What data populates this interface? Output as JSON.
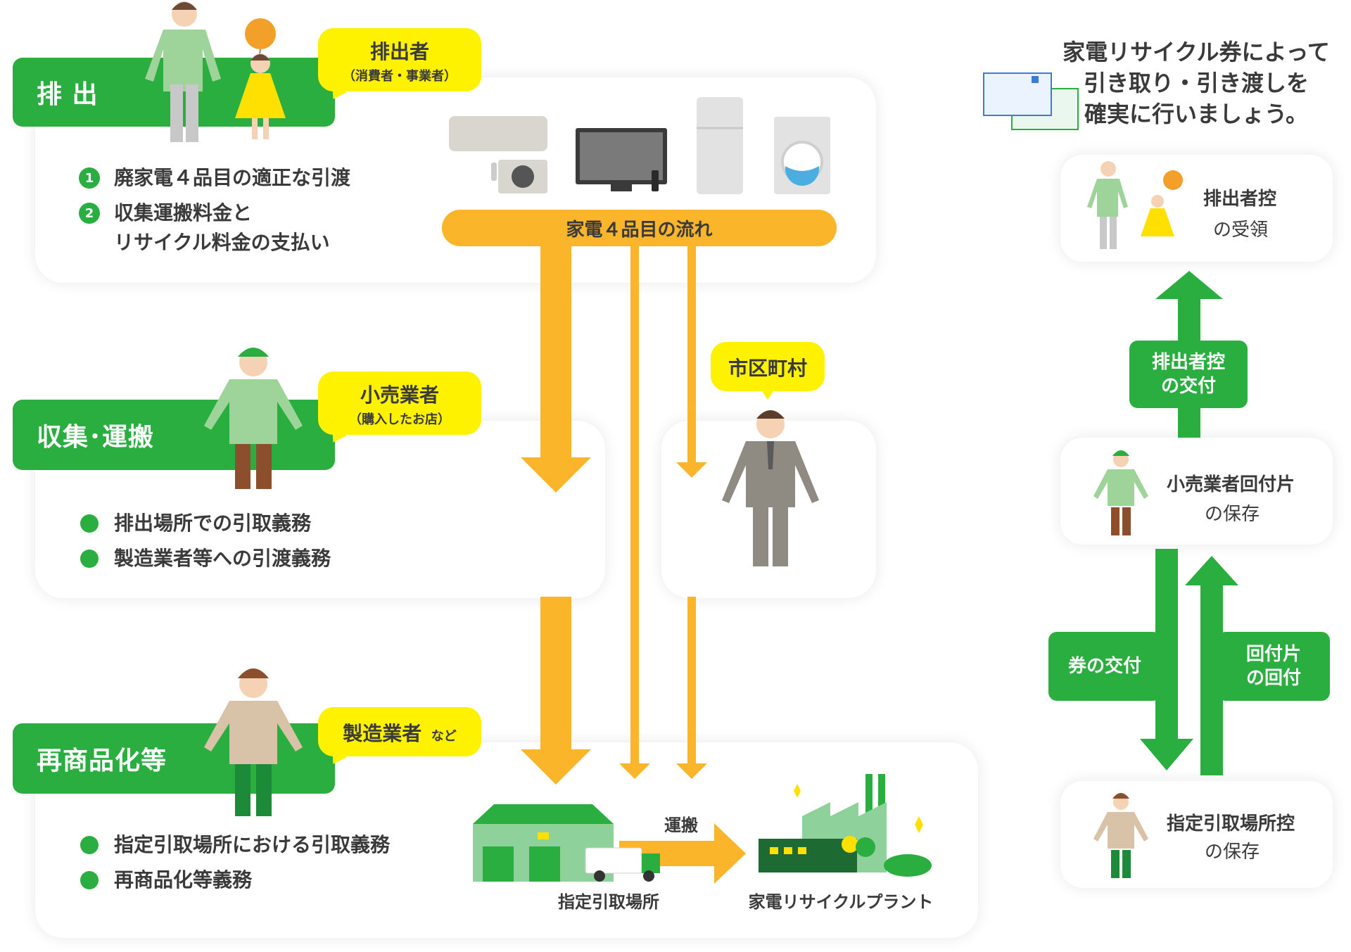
{
  "stages": {
    "discharge": {
      "banner": "排 出",
      "actor_main": "排出者",
      "actor_sub": "（消費者・事業者）",
      "items": [
        {
          "num": "1",
          "text": "廃家電４品目の適正な引渡"
        },
        {
          "num": "2",
          "text": "収集運搬料金と\nリサイクル料金の支払い"
        }
      ]
    },
    "collection": {
      "banner": "収集･運搬",
      "actor_main": "小売業者",
      "actor_sub": "（購入したお店）",
      "items": [
        "排出場所での引取義務",
        "製造業者等への引渡義務"
      ]
    },
    "recycling": {
      "banner": "再商品化等",
      "actor_main": "製造業者",
      "actor_suffix": "など",
      "items": [
        "指定引取場所における引取義務",
        "再商品化等義務"
      ]
    }
  },
  "flow_label": "家電４品目の流れ",
  "municipality": "市区町村",
  "transport_label": "運搬",
  "site_label": "指定引取場所",
  "plant_label": "家電リサイクルプラント",
  "ticket": {
    "headline": [
      "家電リサイクル券によって",
      "引き取り・引き渡しを",
      "確実に行いましょう。"
    ],
    "cards": [
      {
        "title": "排出者控",
        "sub": "の受領"
      },
      {
        "title": "小売業者回付片",
        "sub": "の保存"
      },
      {
        "title": "指定引取場所控",
        "sub": "の保存"
      }
    ],
    "buttons": {
      "issue_copy": "排出者控\nの交付",
      "issue_ticket": "券の交付",
      "return_slip": "回付片\nの回付"
    }
  },
  "colors": {
    "green": "#2aae3f",
    "yellow": "#fff200",
    "orange": "#fbb52a"
  }
}
